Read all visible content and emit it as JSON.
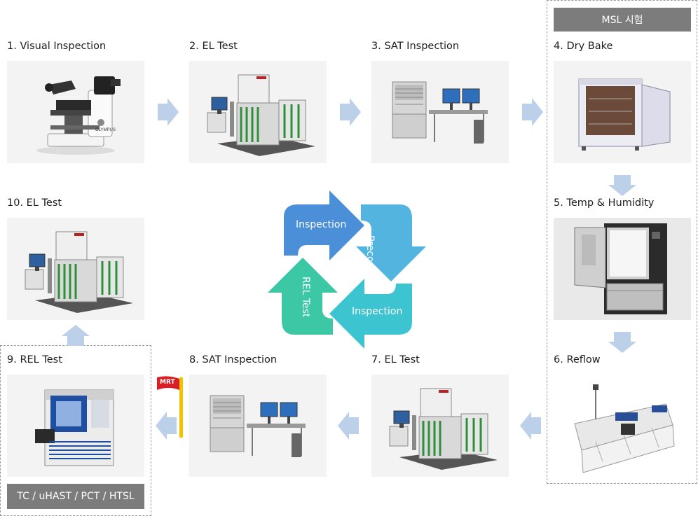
{
  "msl_banner": "MSL 시험",
  "rel_banner": "TC / uHAST / PCT / HTSL",
  "mrt_flag": "MRT",
  "steps": [
    {
      "label": "1. Visual Inspection",
      "image": "microscope"
    },
    {
      "label": "2. EL Test",
      "image": "el-tester"
    },
    {
      "label": "3. SAT Inspection",
      "image": "sat-scanner"
    },
    {
      "label": "4. Dry Bake",
      "image": "bake-oven"
    },
    {
      "label": "5. Temp & Humidity",
      "image": "humidity-chamber"
    },
    {
      "label": "6. Reflow",
      "image": "reflow-oven"
    },
    {
      "label": "7. EL Test",
      "image": "el-tester"
    },
    {
      "label": "8. SAT Inspection",
      "image": "sat-scanner"
    },
    {
      "label": "9. REL Test",
      "image": "rel-chamber"
    },
    {
      "label": "10. EL Test",
      "image": "el-tester"
    }
  ],
  "cycle": {
    "top": "Inspection",
    "right": "Precon",
    "bottom": "Inspection",
    "left": "REL Test"
  },
  "colors": {
    "cycle_top": "#4a8fd8",
    "cycle_right": "#53b4e0",
    "cycle_bottom": "#3cc4d0",
    "cycle_left": "#3cc7a5",
    "flow_arrow": "#bcd0ea",
    "banner": "#7c7c7c"
  }
}
